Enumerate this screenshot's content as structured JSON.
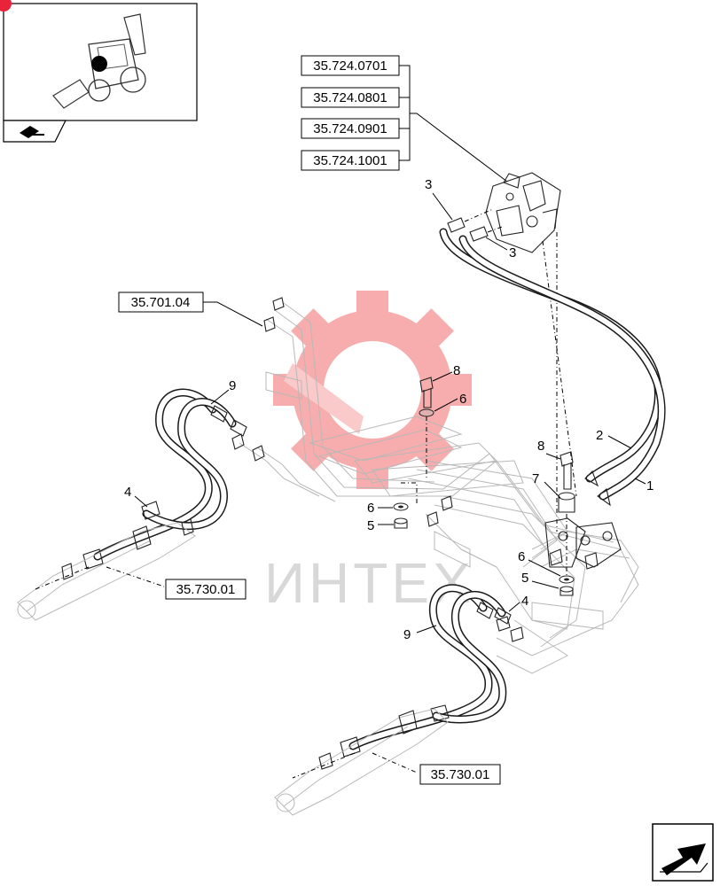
{
  "references": {
    "valve_refs": [
      "35.724.0701",
      "35.724.0801",
      "35.724.0901",
      "35.724.1001"
    ],
    "frame_ref": "35.701.04",
    "cylinder_ref_left": "35.730.01",
    "cylinder_ref_right": "35.730.01"
  },
  "callouts": {
    "hose_1": "1",
    "hose_2": "2",
    "fitting_3a": "3",
    "fitting_3b": "3",
    "fitting_4a": "4",
    "fitting_4b": "4",
    "washer_5a": "5",
    "washer_5b": "5",
    "washer_6a": "6",
    "washer_6b": "6",
    "washer_6c": "6",
    "spacer_7": "7",
    "bolt_8a": "8",
    "bolt_8b": "8",
    "hose_9a": "9",
    "hose_9b": "9"
  },
  "watermark": {
    "text": "ИНТЕХ",
    "color": "#f07070"
  },
  "colors": {
    "line": "#1a1a1a",
    "ghost": "#b8b8b8",
    "marker": "#e8233a"
  },
  "icons": {
    "thumbnail": "backhoe-loader-icon",
    "nav_back": "book-arrow-icon",
    "nav_next": "next-page-arrow-icon"
  }
}
